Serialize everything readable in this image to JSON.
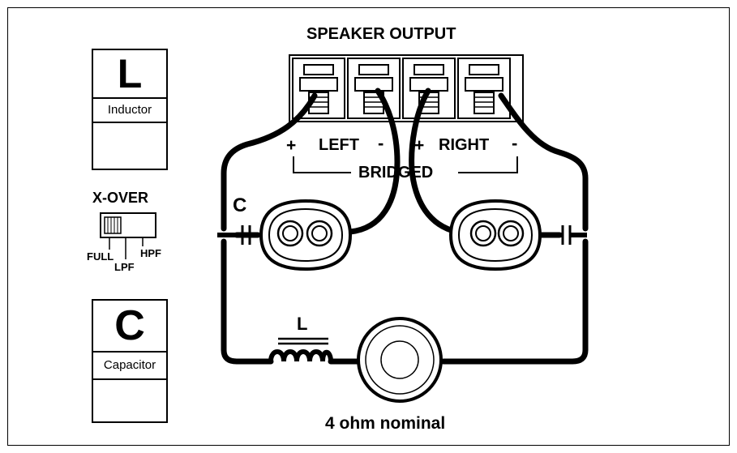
{
  "title": "SPEAKER OUTPUT",
  "terminals": {
    "left": {
      "pos": "+",
      "label": "LEFT",
      "neg": "-"
    },
    "right": {
      "pos": "+",
      "label": "RIGHT",
      "neg": "-"
    },
    "bridged": "BRIDGED"
  },
  "circuit": {
    "cap_label": "C",
    "ind_label": "L",
    "woofer_caption": "4 ohm nominal"
  },
  "legend": {
    "inductor": {
      "symbol": "L",
      "name": "Inductor"
    },
    "xover": {
      "title": "X-OVER",
      "full": "FULL",
      "lpf": "LPF",
      "hpf": "HPF"
    },
    "capacitor": {
      "symbol": "C",
      "name": "Capacitor"
    }
  }
}
